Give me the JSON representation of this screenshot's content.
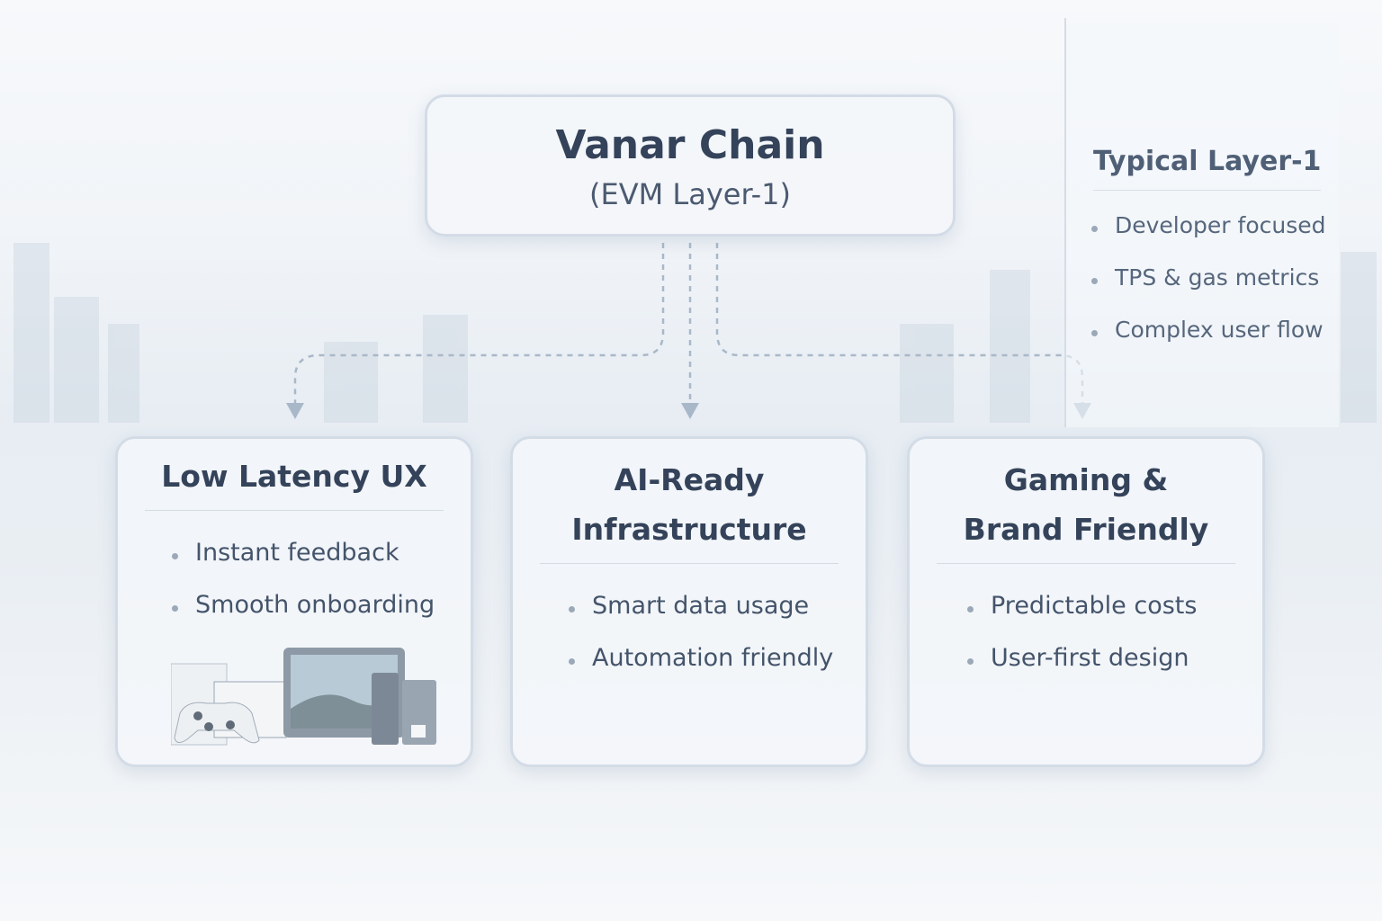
{
  "root": {
    "title": "Vanar Chain",
    "subtitle": "(EVM Layer-1)"
  },
  "cards": [
    {
      "title": "Low Latency UX",
      "items": [
        "Instant feedback",
        "Smooth onboarding"
      ],
      "icon": "gaming-devices-icon"
    },
    {
      "title_lines": [
        "AI-Ready",
        "Infrastructure"
      ],
      "items": [
        "Smart data usage",
        "Automation friendly"
      ]
    },
    {
      "title_lines": [
        "Gaming &",
        "Brand Friendly"
      ],
      "items": [
        "Predictable costs",
        "User-first design"
      ]
    }
  ],
  "side": {
    "title": "Typical Layer-1",
    "items": [
      "Developer focused",
      "TPS & gas metrics",
      "Complex user flow"
    ]
  },
  "colors": {
    "text": "#34435a",
    "border": "#d3dce6",
    "connector": "#a9b8c8"
  }
}
